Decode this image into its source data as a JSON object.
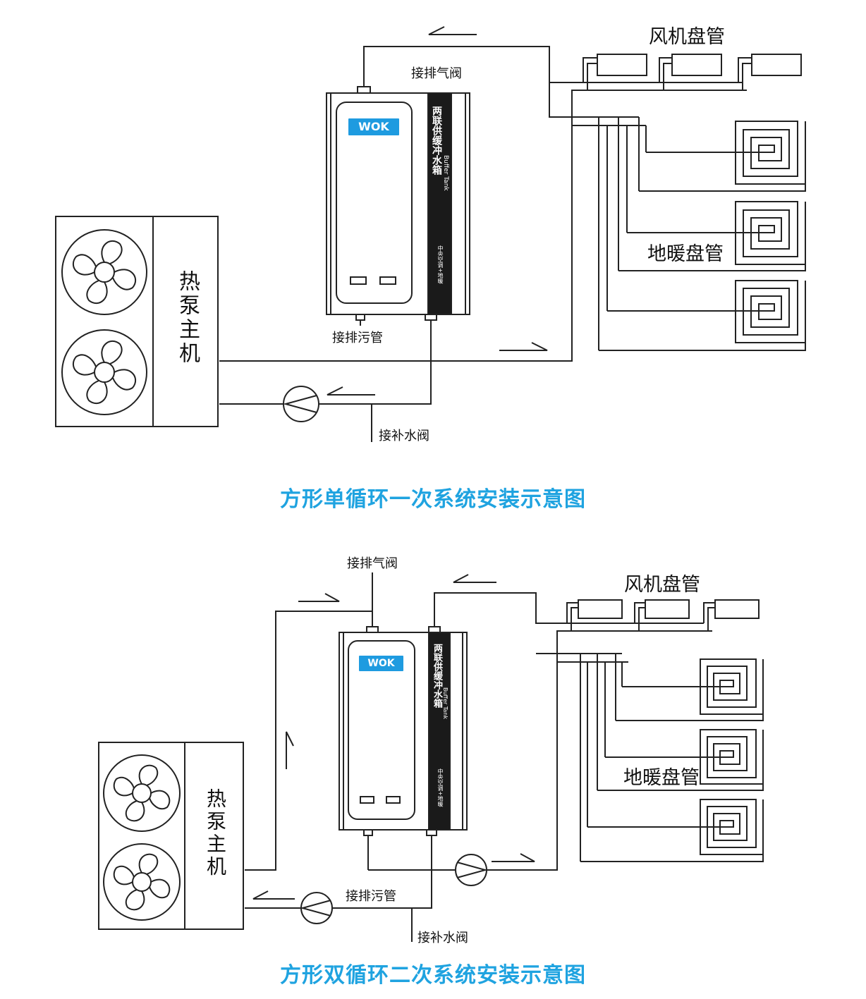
{
  "colors": {
    "line": "#222222",
    "caption": "#1fa3e0",
    "logo_bg": "#1e9be0",
    "tank_panel": "#1a1a1a"
  },
  "diagram1": {
    "caption": "方形单循环一次系统安装示意图",
    "fan_coil_label": "风机盘管",
    "floor_heating_label": "地暖盘管",
    "heat_pump_label": "热泵主机",
    "vent_valve_label": "接排气阀",
    "drain_label": "接排污管",
    "makeup_valve_label": "接补水阀"
  },
  "diagram2": {
    "caption": "方形双循环二次系统安装示意图",
    "fan_coil_label": "风机盘管",
    "floor_heating_label": "地暖盘管",
    "heat_pump_label": "热泵主机",
    "vent_valve_label": "接排气阀",
    "drain_label": "接排污管",
    "makeup_valve_label": "接补水阀"
  },
  "tank": {
    "logo": "WOK",
    "title": "两联供缓冲水箱",
    "english": "Buffer Tank",
    "subtitle": "中央空调+地暖"
  },
  "icons": [
    "fan-icon",
    "pump-icon",
    "flow-arrow-icon",
    "spiral-coil-icon"
  ]
}
